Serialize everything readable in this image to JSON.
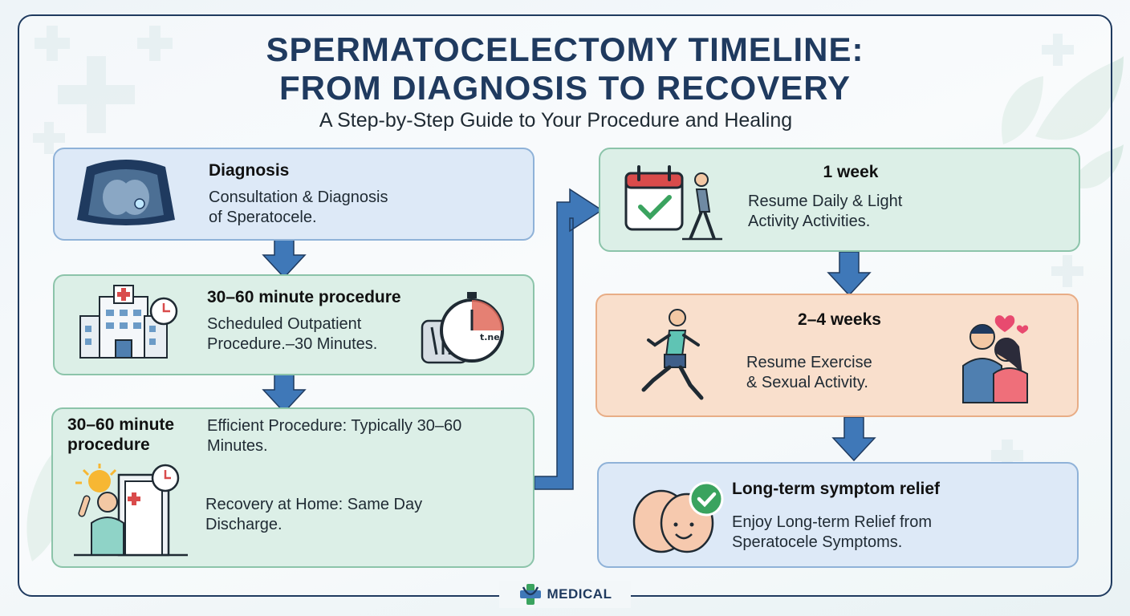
{
  "header": {
    "title_line1": "SPERMATOCELECTOMY TIMELINE:",
    "title_line2": "FROM DIAGNOSIS TO RECOVERY",
    "subtitle": "A Step-by-Step Guide to Your Procedure and Healing"
  },
  "steps": {
    "diagnosis": {
      "title": "Diagnosis",
      "line1": "Consultation & Diagnosis",
      "line2": "of Speratocele."
    },
    "procedure": {
      "title": "30–60 minute procedure",
      "line1": "Scheduled Outpatient",
      "line2": "Procedure.–30 Minutes."
    },
    "recovery": {
      "title_line1": "30–60 minute",
      "title_line2": "procedure",
      "line1": "Efficient Procedure: Typically 30–60",
      "line2": "Minutes.",
      "line3": "Recovery at Home: Same Day",
      "line4": "Discharge."
    },
    "week1": {
      "title": "1 week",
      "line1": "Resume Daily & Light",
      "line2": "Activity Activities."
    },
    "weeks2_4": {
      "title": "2–4 weeks",
      "line1": "Resume Exercise",
      "line2": "& Sexual Activity."
    },
    "longterm": {
      "title": "Long-term symptom relief",
      "line1": "Enjoy Long-term Relief from",
      "line2": "Speratocele Symptoms."
    }
  },
  "stopwatch_label": "t.ne",
  "footer": {
    "brand": "MEDICAL"
  },
  "colors": {
    "navy": "#1f3a5f",
    "arrow": "#3f78b8",
    "blue_card": "#dde9f7",
    "green_card": "#dcefe7",
    "peach_card": "#f9dfcc"
  }
}
